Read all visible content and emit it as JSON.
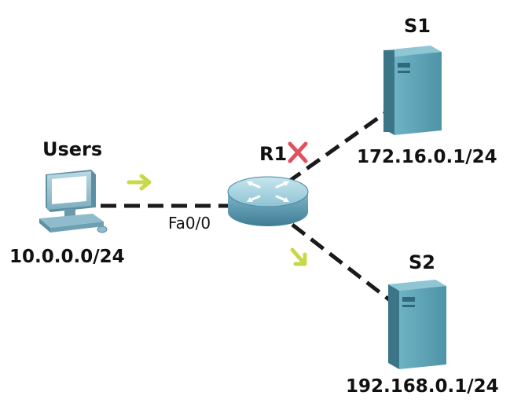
{
  "colors": {
    "link": "#1a1a1a",
    "server_front": "#5fa4b6",
    "server_side": "#3a7688",
    "server_top": "#8ec6d4",
    "router_body": "#4a88a1",
    "router_top": "#9fd0de",
    "pc_body": "#8fbccc",
    "pc_screen": "#ffffff",
    "traffic_arrow": "#c9d84a",
    "blocked_mark": "#e05060"
  },
  "nodes": {
    "users": {
      "label": "Users",
      "subnet": "10.0.0.0/24",
      "icon": "desktop-pc-icon"
    },
    "router": {
      "label": "R1",
      "interface": "Fa0/0",
      "icon": "router-icon"
    },
    "s1": {
      "label": "S1",
      "address": "172.16.0.1/24",
      "icon": "server-icon"
    },
    "s2": {
      "label": "S2",
      "address": "192.168.0.1/24",
      "icon": "server-icon"
    }
  },
  "links": [
    {
      "from": "users",
      "to": "router",
      "style": "dashed"
    },
    {
      "from": "router",
      "to": "s1",
      "style": "dashed"
    },
    {
      "from": "router",
      "to": "s2",
      "style": "dashed"
    }
  ],
  "markers": [
    {
      "type": "traffic-arrow",
      "link": "users-router",
      "direction": "toward router"
    },
    {
      "type": "blocked-x",
      "link": "router-s1"
    },
    {
      "type": "traffic-arrow",
      "link": "router-s2",
      "direction": "toward S2"
    }
  ]
}
